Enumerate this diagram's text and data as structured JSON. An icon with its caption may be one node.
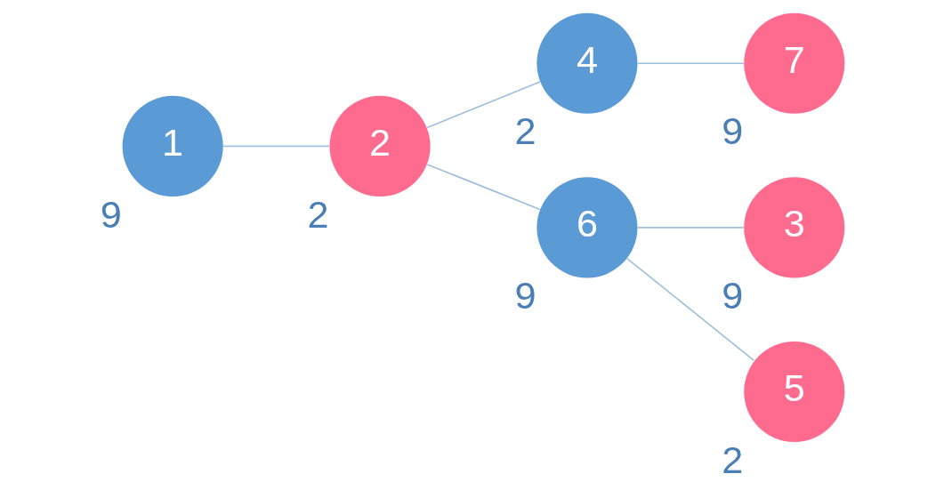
{
  "diagram": {
    "nodes": [
      {
        "text": [
          "1"
        ],
        "beside": [
          "9"
        ]
      },
      {
        "text": [
          "2"
        ],
        "beside": [
          "2"
        ]
      },
      {
        "text": [
          "3"
        ],
        "beside": [
          "9"
        ]
      },
      {
        "text": [
          "4"
        ],
        "beside": [
          "2"
        ]
      },
      {
        "text": [
          "5"
        ],
        "beside": [
          "2"
        ]
      },
      {
        "text": [
          "6"
        ],
        "beside": [
          "9"
        ]
      },
      {
        "text": [
          "7"
        ],
        "beside": [
          "9"
        ]
      }
    ],
    "edges": [
      {
        "from": 0,
        "to": 1,
        "arrow": "none"
      },
      {
        "from": 1,
        "to": 5,
        "arrow": "none"
      },
      {
        "from": 1,
        "to": 3,
        "arrow": "none"
      },
      {
        "from": 5,
        "to": 2,
        "arrow": "none"
      },
      {
        "from": 5,
        "to": 4,
        "arrow": "none"
      },
      {
        "from": 3,
        "to": 6,
        "arrow": "none"
      }
    ]
  }
}
